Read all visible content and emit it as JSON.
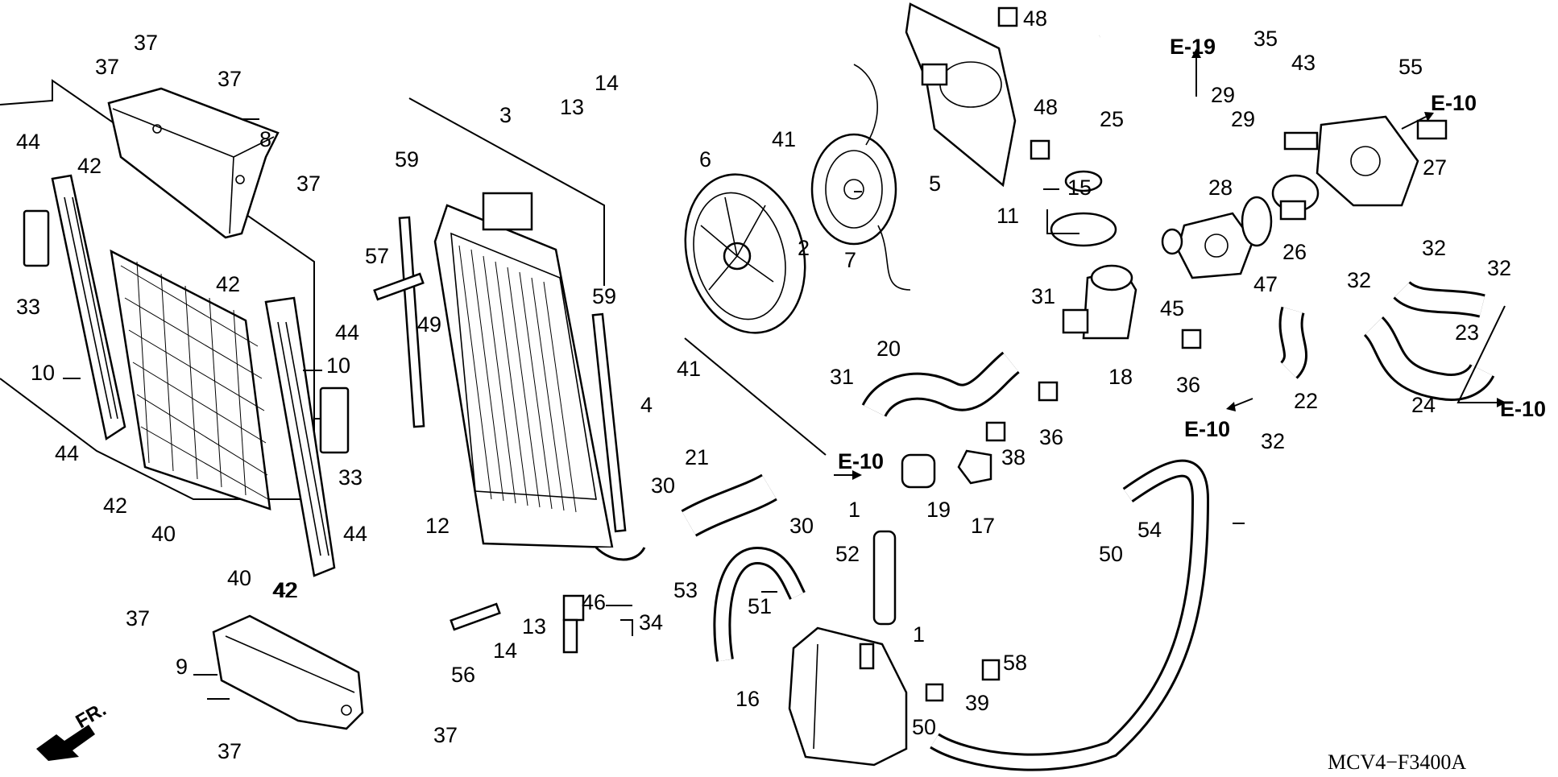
{
  "diagram_code": "MCV4−F3400A",
  "front_label": "FR.",
  "callouts": [
    {
      "id": "c1",
      "t": "37"
    },
    {
      "id": "c2",
      "t": "37"
    },
    {
      "id": "c3",
      "t": "37"
    },
    {
      "id": "c4",
      "t": "8"
    },
    {
      "id": "c5",
      "t": "37"
    },
    {
      "id": "c6",
      "t": "44"
    },
    {
      "id": "c7",
      "t": "42"
    },
    {
      "id": "c8",
      "t": "33"
    },
    {
      "id": "c9",
      "t": "10"
    },
    {
      "id": "c10",
      "t": "44"
    },
    {
      "id": "c11",
      "t": "42"
    },
    {
      "id": "c12",
      "t": "40"
    },
    {
      "id": "c13",
      "t": "40"
    },
    {
      "id": "c14",
      "t": "42"
    },
    {
      "id": "c15",
      "t": "44"
    },
    {
      "id": "c16",
      "t": "10"
    },
    {
      "id": "c17",
      "t": "42"
    },
    {
      "id": "c18",
      "t": "33"
    },
    {
      "id": "c19",
      "t": "44"
    },
    {
      "id": "c20",
      "t": "42"
    },
    {
      "id": "c21",
      "t": "12"
    },
    {
      "id": "c22",
      "t": "37"
    },
    {
      "id": "c23",
      "t": "9"
    },
    {
      "id": "c24",
      "t": "37"
    },
    {
      "id": "c25",
      "t": "37"
    },
    {
      "id": "c26",
      "t": "59"
    },
    {
      "id": "c27",
      "t": "57"
    },
    {
      "id": "c28",
      "t": "49"
    },
    {
      "id": "c29",
      "t": "3"
    },
    {
      "id": "c30",
      "t": "13"
    },
    {
      "id": "c31",
      "t": "14"
    },
    {
      "id": "c32",
      "t": "59"
    },
    {
      "id": "c33",
      "t": "4"
    },
    {
      "id": "c34",
      "t": "41"
    },
    {
      "id": "c35",
      "t": "6"
    },
    {
      "id": "c36",
      "t": "41"
    },
    {
      "id": "c37",
      "t": "2"
    },
    {
      "id": "c38",
      "t": "7"
    },
    {
      "id": "c39",
      "t": "5"
    },
    {
      "id": "c40",
      "t": "48"
    },
    {
      "id": "c41",
      "t": "48"
    },
    {
      "id": "c42",
      "t": "25"
    },
    {
      "id": "c43",
      "t": "29"
    },
    {
      "id": "c44",
      "t": "29"
    },
    {
      "id": "c45",
      "t": "35"
    },
    {
      "id": "c46",
      "t": "43"
    },
    {
      "id": "c47",
      "t": "55"
    },
    {
      "id": "c48",
      "t": "27"
    },
    {
      "id": "c49",
      "t": "26"
    },
    {
      "id": "c50",
      "t": "28"
    },
    {
      "id": "c51",
      "t": "47"
    },
    {
      "id": "c52",
      "t": "45"
    },
    {
      "id": "c53",
      "t": "15"
    },
    {
      "id": "c54",
      "t": "11"
    },
    {
      "id": "c55",
      "t": "31"
    },
    {
      "id": "c56",
      "t": "18"
    },
    {
      "id": "c57",
      "t": "36"
    },
    {
      "id": "c58",
      "t": "36"
    },
    {
      "id": "c59",
      "t": "32"
    },
    {
      "id": "c60",
      "t": "32"
    },
    {
      "id": "c61",
      "t": "32"
    },
    {
      "id": "c62",
      "t": "23"
    },
    {
      "id": "c63",
      "t": "22"
    },
    {
      "id": "c64",
      "t": "24"
    },
    {
      "id": "c65",
      "t": "32"
    },
    {
      "id": "c66",
      "t": "20"
    },
    {
      "id": "c67",
      "t": "31"
    },
    {
      "id": "c68",
      "t": "38"
    },
    {
      "id": "c69",
      "t": "21"
    },
    {
      "id": "c70",
      "t": "30"
    },
    {
      "id": "c71",
      "t": "30"
    },
    {
      "id": "c72",
      "t": "19"
    },
    {
      "id": "c73",
      "t": "17"
    },
    {
      "id": "c74",
      "t": "1"
    },
    {
      "id": "c75",
      "t": "52"
    },
    {
      "id": "c76",
      "t": "50"
    },
    {
      "id": "c77",
      "t": "54"
    },
    {
      "id": "c78",
      "t": "53"
    },
    {
      "id": "c79",
      "t": "51"
    },
    {
      "id": "c80",
      "t": "1"
    },
    {
      "id": "c81",
      "t": "16"
    },
    {
      "id": "c82",
      "t": "58"
    },
    {
      "id": "c83",
      "t": "39"
    },
    {
      "id": "c84",
      "t": "50"
    },
    {
      "id": "c85",
      "t": "46"
    },
    {
      "id": "c86",
      "t": "34"
    },
    {
      "id": "c87",
      "t": "13"
    },
    {
      "id": "c88",
      "t": "14"
    },
    {
      "id": "c89",
      "t": "56"
    }
  ],
  "references": [
    {
      "id": "r1",
      "t": "E-19"
    },
    {
      "id": "r2",
      "t": "E-10"
    },
    {
      "id": "r3",
      "t": "E-10"
    },
    {
      "id": "r4",
      "t": "E-10"
    },
    {
      "id": "r5",
      "t": "E-10"
    }
  ]
}
